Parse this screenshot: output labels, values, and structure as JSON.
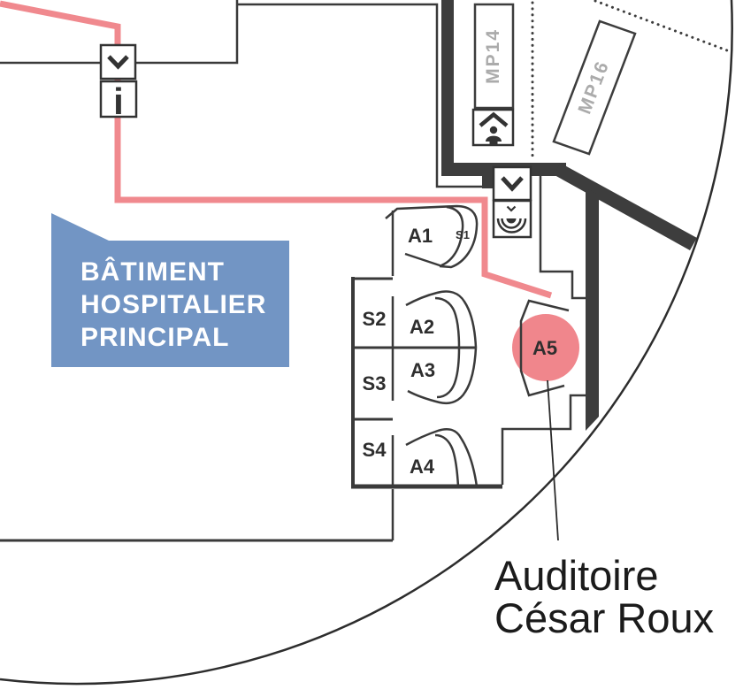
{
  "map": {
    "building_label": {
      "line1": "BÂTIMENT",
      "line2": "HOSPITALIER",
      "line3": "PRINCIPAL"
    },
    "rooms": {
      "a1": "A1",
      "s1": "S1",
      "s2": "S2",
      "a2": "A2",
      "s3": "S3",
      "a3": "A3",
      "s4": "S4",
      "a4": "A4",
      "a5": "A5"
    },
    "zones": {
      "mp14": "MP14",
      "mp16": "MP16"
    },
    "annotation": {
      "line1": "Auditoire",
      "line2": "César Roux"
    },
    "icons": {
      "info_glyph": "i",
      "top_chevron": "chevron-down",
      "mid_chevron": "chevron-down",
      "elevator": "elevator-person",
      "amphitheater": "amphitheater-seating"
    },
    "colors": {
      "route_pink": "#F0898E",
      "highlight_pink": "#F0868C",
      "label_blue": "#7295C4",
      "wall_dark": "#3D3D3D",
      "zone_text_gray": "#ABABAB"
    }
  }
}
